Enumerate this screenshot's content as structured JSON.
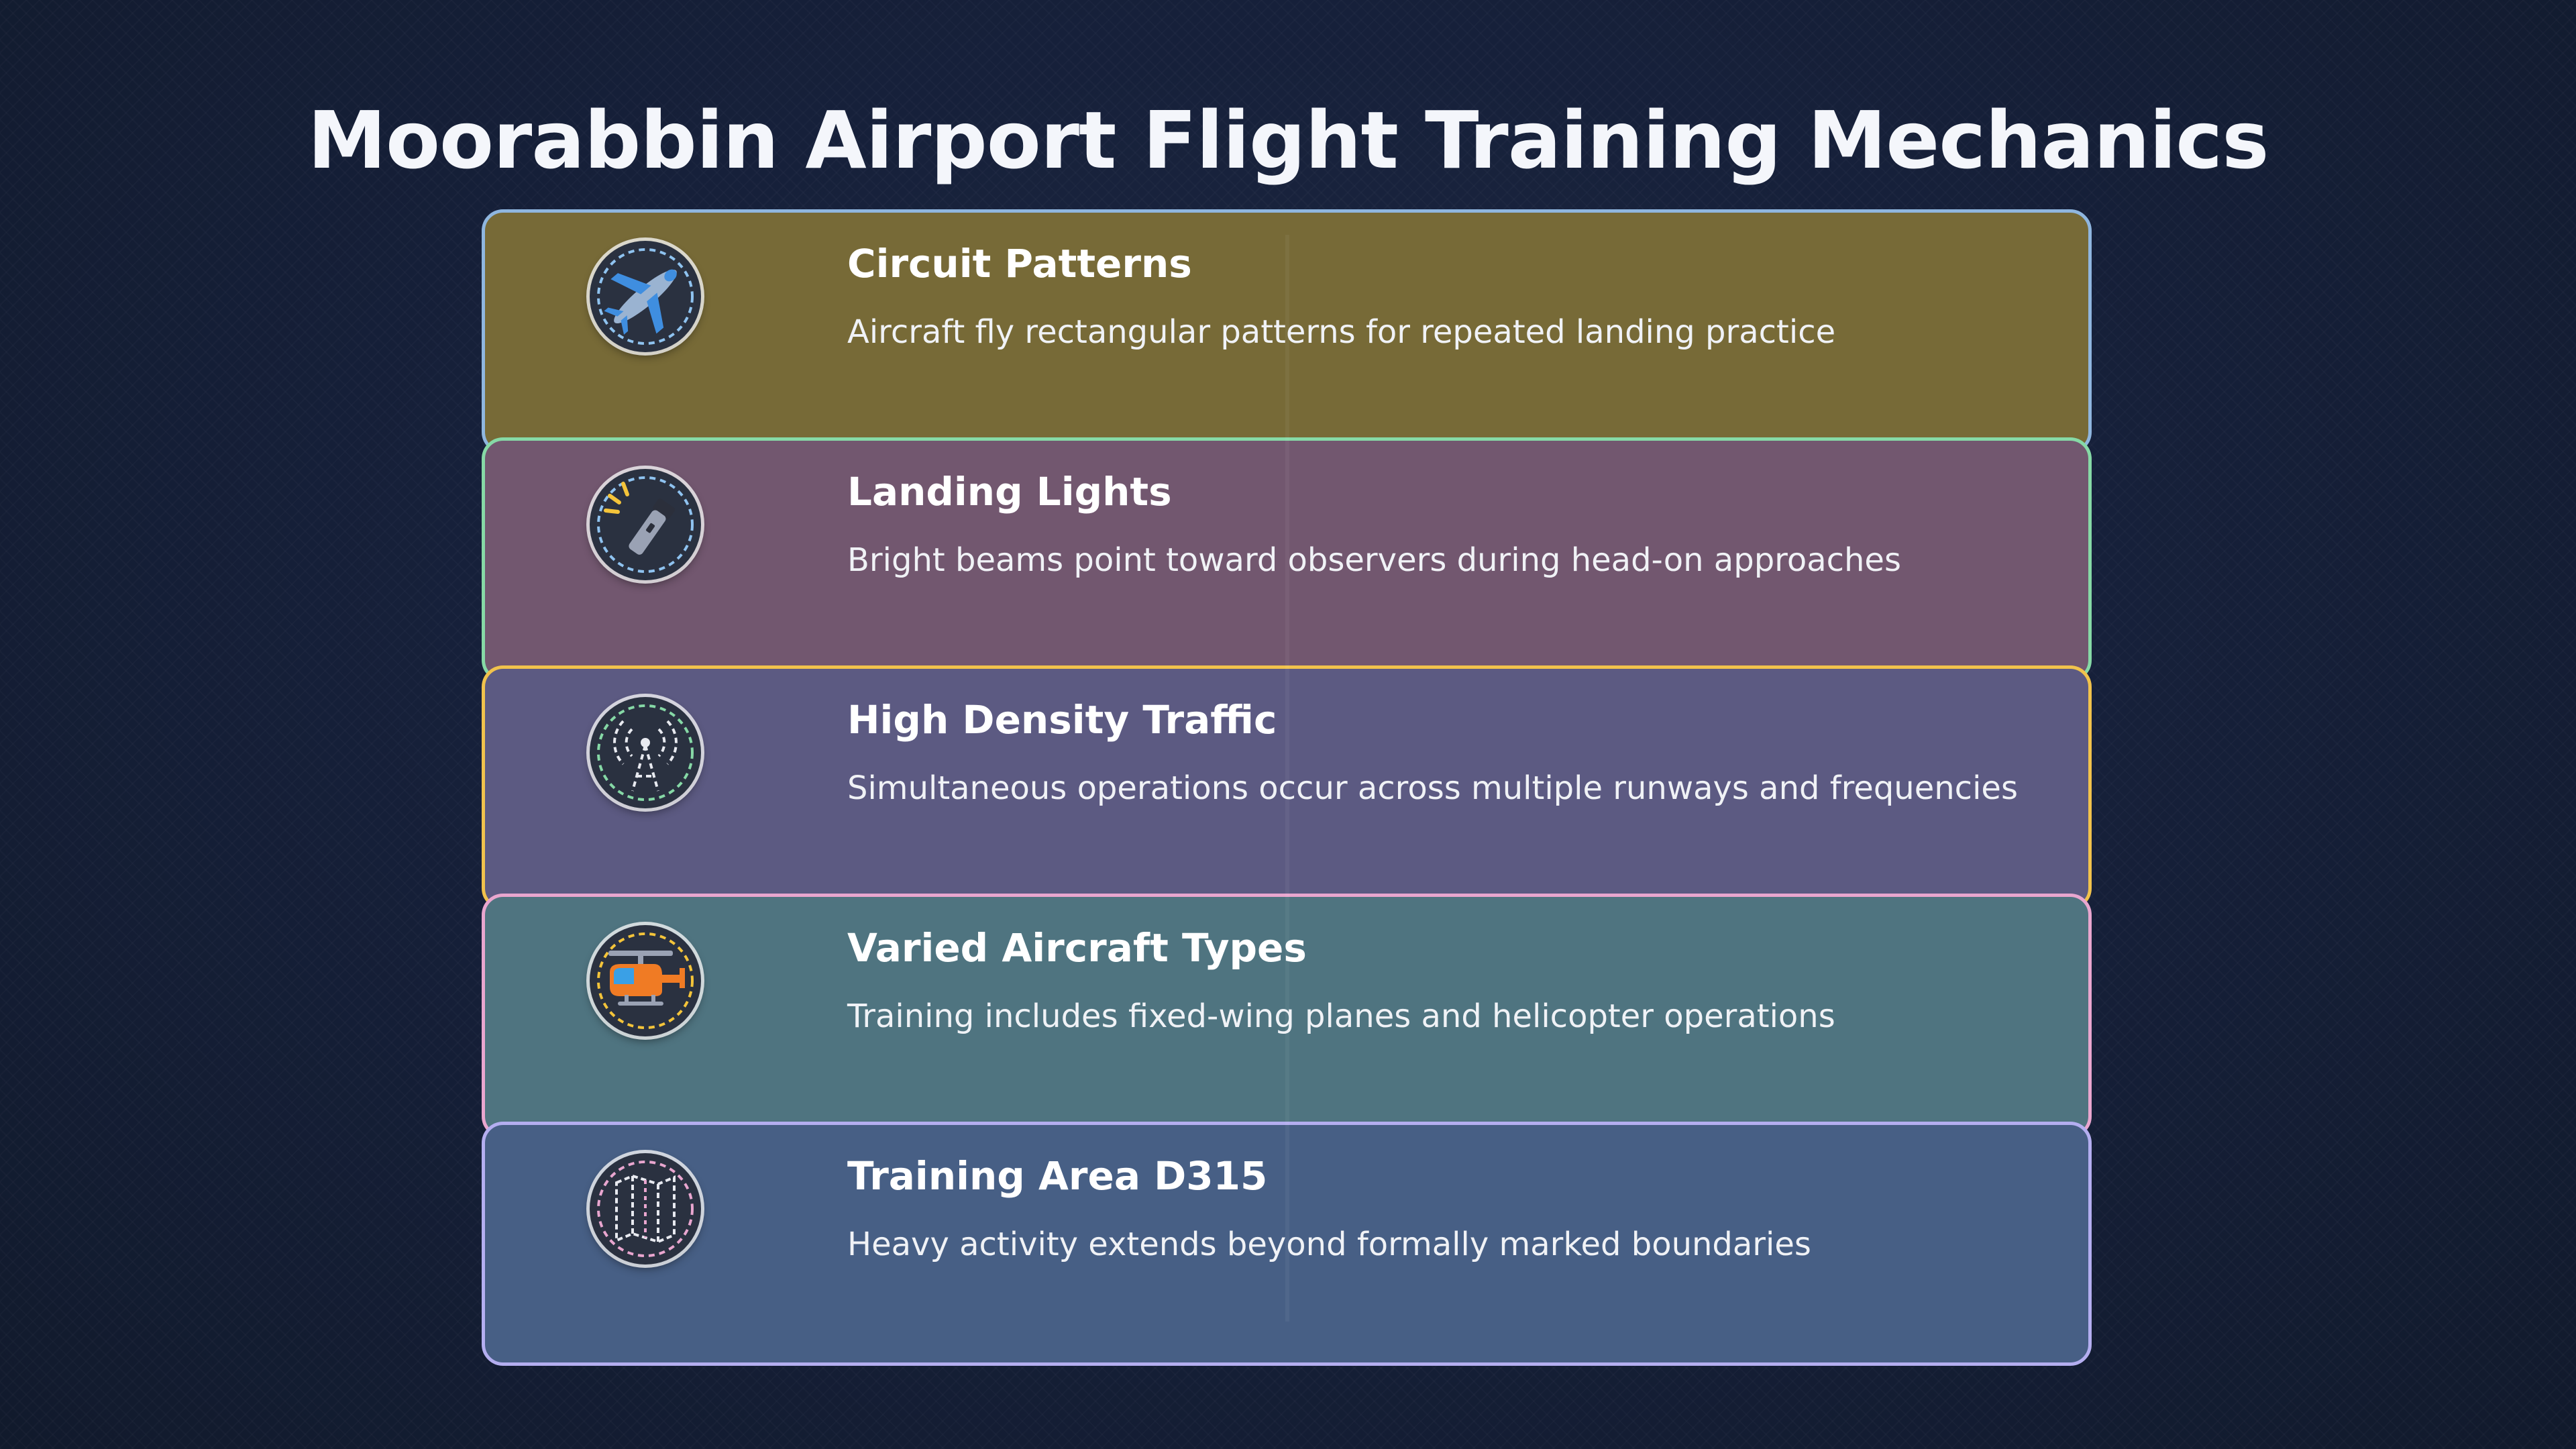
{
  "title": "Moorabbin Airport Flight Training Mechanics",
  "cards": [
    {
      "title": "Circuit Patterns",
      "description": "Aircraft fly rectangular patterns for repeated landing practice",
      "icon": "airplane-icon",
      "bg": "#776a37",
      "border": "#8fb6df"
    },
    {
      "title": "Landing Lights",
      "description": "Bright beams point toward observers during head-on approaches",
      "icon": "flashlight-icon",
      "bg": "#72576f",
      "border": "#86d9a6"
    },
    {
      "title": "High Density Traffic",
      "description": "Simultaneous operations occur across multiple runways and frequencies",
      "icon": "radio-tower-icon",
      "bg": "#5c5a82",
      "border": "#f1c24c"
    },
    {
      "title": "Varied Aircraft Types",
      "description": "Training includes fixed-wing planes and helicopter operations",
      "icon": "helicopter-icon",
      "bg": "#4f7480",
      "border": "#e9a6cf"
    },
    {
      "title": "Training Area D315",
      "description": "Heavy activity extends beyond formally marked boundaries",
      "icon": "map-icon",
      "bg": "#475f85",
      "border": "#b4aef0"
    }
  ]
}
